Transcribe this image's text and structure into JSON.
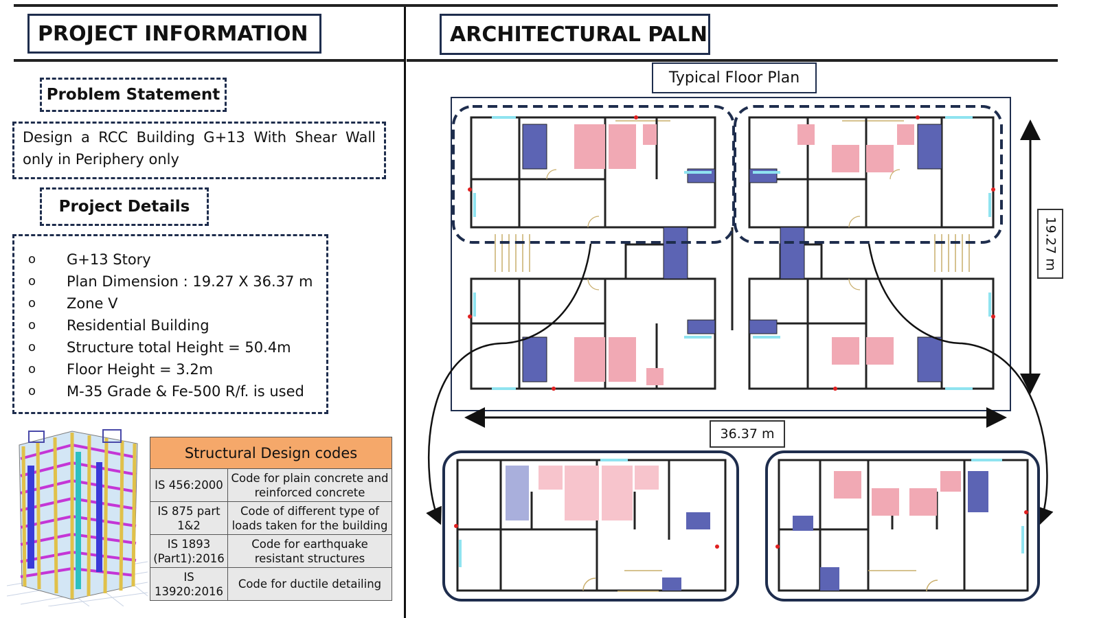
{
  "left": {
    "section_title": "PROJECT INFORMATION",
    "problem": {
      "heading": "Problem Statement",
      "text": "Design a RCC Building G+13 With Shear Wall only in Periphery only"
    },
    "details": {
      "heading": "Project Details",
      "bullet_glyph": "o",
      "items": [
        "G+13 Story",
        "Plan Dimension : 19.27 X 36.37 m",
        "Zone V",
        "Residential Building",
        "Structure total Height = 50.4m",
        "Floor Height = 3.2m",
        "M-35 Grade & Fe-500 R/f. is used"
      ]
    },
    "codes_table": {
      "header": "Structural Design codes",
      "rows": [
        {
          "code": "IS 456:2000",
          "description": "Code for plain concrete and reinforced concrete"
        },
        {
          "code": "IS 875 part 1&2",
          "description": "Code of different type of loads taken for the building"
        },
        {
          "code": "IS 1893 (Part1):2016",
          "description": "Code for earthquake resistant structures"
        },
        {
          "code": "IS 13920:2016",
          "description": "Code for ductile detailing"
        }
      ]
    }
  },
  "right": {
    "section_title": "ARCHITECTURAL PALN",
    "plan_label": "Typical Floor Plan",
    "dim_vertical": "19.27 m",
    "dim_horizontal": "36.37 m"
  },
  "colors": {
    "frame": "#1e2d4d",
    "table_header": "#f5a86a",
    "table_cell": "#e8e8e8",
    "wall_blue": "#5c64b4",
    "wet_pink": "#f1a9b4",
    "window_cyan": "#8fe3f0",
    "door_tan": "#c9ad6a"
  }
}
